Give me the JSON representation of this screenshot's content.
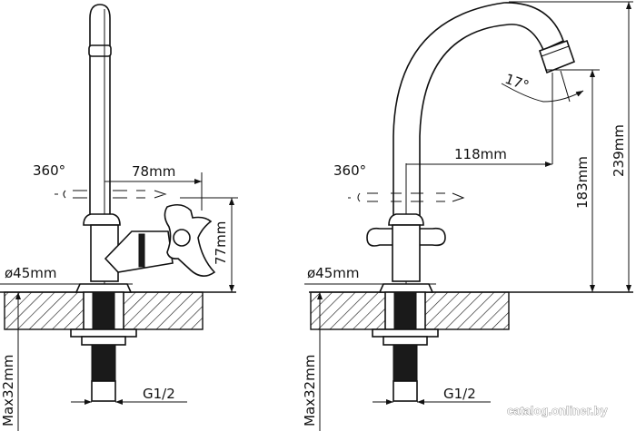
{
  "left_faucet": {
    "rotation_label": "360°",
    "reach_label": "78mm",
    "height_label": "77mm",
    "base_diameter_label": "ø45mm",
    "counter_thickness_label": "Max32mm",
    "thread_label": "G1/2"
  },
  "right_faucet": {
    "rotation_label": "360°",
    "reach_label": "118mm",
    "spout_height_label": "183mm",
    "total_height_label": "239mm",
    "angle_label": "17°",
    "base_diameter_label": "ø45mm",
    "counter_thickness_label": "Max32mm",
    "thread_label": "G1/2"
  },
  "watermark": "catalog.onliner.by"
}
